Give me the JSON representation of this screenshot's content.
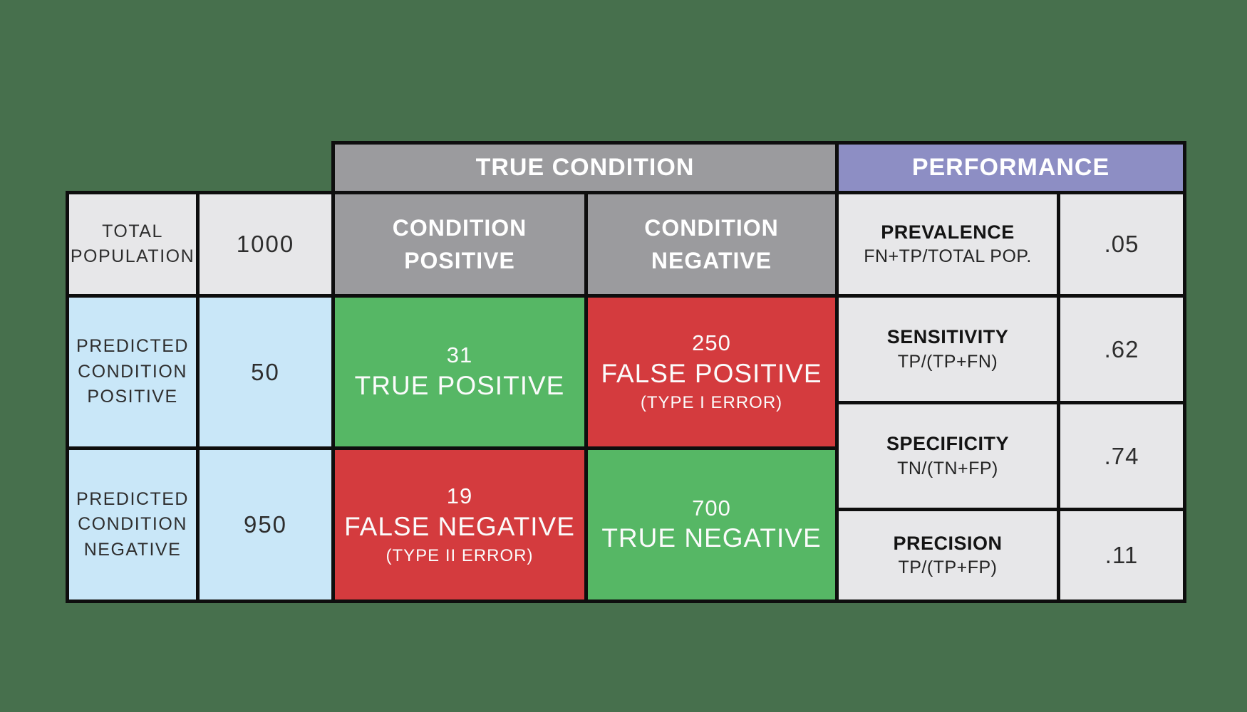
{
  "colors": {
    "background": "#47704d",
    "gray_header": "#9b9b9e",
    "purple_header": "#8d8ec4",
    "light_cell": "#e7e7e9",
    "blue_cell": "#c9e7f8",
    "green_cell": "#56b765",
    "red_cell": "#d43b3e",
    "border": "#0e0e0e",
    "white_text": "#ffffff",
    "dark_text": "#2e2e2e"
  },
  "headers": {
    "true_condition": "TRUE CONDITION",
    "performance": "PERFORMANCE",
    "condition_positive": "CONDITION\nPOSITIVE",
    "condition_negative": "CONDITION\nNEGATIVE"
  },
  "totals": {
    "total_population": {
      "label": "TOTAL\nPOPULATION",
      "value": "1000"
    },
    "predicted_positive": {
      "label": "PREDICTED\nCONDITION\nPOSITIVE",
      "value": "50"
    },
    "predicted_negative": {
      "label": "PREDICTED\nCONDITION\nNEGATIVE",
      "value": "950"
    }
  },
  "matrix": {
    "true_positive": {
      "count": "31",
      "name": "TRUE POSITIVE"
    },
    "false_positive": {
      "count": "250",
      "name": "FALSE POSITIVE",
      "note": "(TYPE I ERROR)"
    },
    "false_negative": {
      "count": "19",
      "name": "FALSE NEGATIVE",
      "note": "(TYPE II ERROR)"
    },
    "true_negative": {
      "count": "700",
      "name": "TRUE NEGATIVE"
    }
  },
  "performance": {
    "metrics": [
      {
        "name": "PREVALENCE",
        "formula": "FN+TP/TOTAL POP.",
        "value": ".05"
      },
      {
        "name": "SENSITIVITY",
        "formula": "TP/(TP+FN)",
        "value": ".62"
      },
      {
        "name": "SPECIFICITY",
        "formula": "TN/(TN+FP)",
        "value": ".74"
      },
      {
        "name": "PRECISION",
        "formula": "TP/(TP+FP)",
        "value": ".11"
      }
    ]
  }
}
